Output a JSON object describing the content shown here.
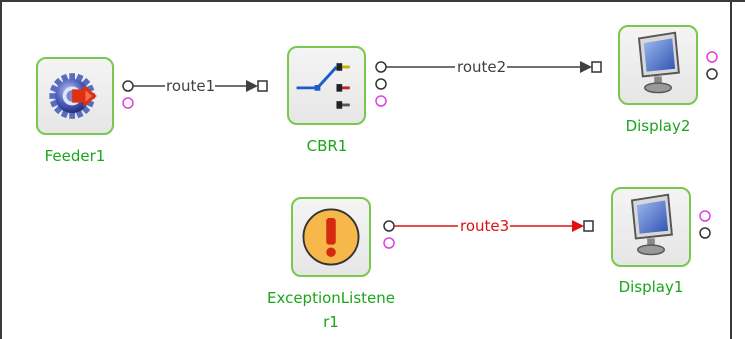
{
  "nodes": {
    "feeder": {
      "label": "Feeder1",
      "icon": "feeder-gear-icon"
    },
    "cbr": {
      "label": "CBR1",
      "icon": "router-switch-icon"
    },
    "display2": {
      "label": "Display2",
      "icon": "monitor-icon"
    },
    "exception": {
      "label_line1": "ExceptionListene",
      "label_line2": "r1",
      "icon": "exclamation-icon"
    },
    "display1": {
      "label": "Display1",
      "icon": "monitor-icon"
    }
  },
  "routes": {
    "route1": {
      "label": "route1",
      "color": "#404040"
    },
    "route2": {
      "label": "route2",
      "color": "#404040"
    },
    "route3": {
      "label": "route3",
      "color": "#e01010"
    }
  },
  "colors": {
    "node_border": "#78c850",
    "label_green": "#1aa51a",
    "port_magenta": "#e040e0",
    "port_black": "#333333"
  }
}
